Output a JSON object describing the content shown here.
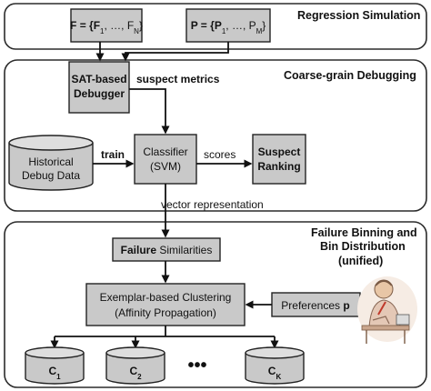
{
  "sections": {
    "regression": "Regression Simulation",
    "coarse": "Coarse-grain Debugging",
    "binning_l1": "Failure Binning and",
    "binning_l2": "Bin Distribution",
    "binning_l3": "(unified)"
  },
  "regression": {
    "failures_set": {
      "prefix": "F = {F",
      "sub1": "1",
      "mid": ", …, F",
      "subN": "N",
      "suffix": "}"
    },
    "pass_set": {
      "prefix": "P = {P",
      "sub1": "1",
      "mid": ", …, P",
      "subM": "M",
      "suffix": "}"
    }
  },
  "coarse": {
    "sat_l1": "SAT-based",
    "sat_l2": "Debugger",
    "suspect_metrics": "suspect metrics",
    "hist_l1": "Historical",
    "hist_l2": "Debug Data",
    "train": "train",
    "clf_l1": "Classifier",
    "clf_l2": "(SVM)",
    "scores": "scores",
    "rank_l1": "Suspect",
    "rank_l2": "Ranking",
    "vector_representation": "vector representation"
  },
  "binning": {
    "fs_bold": "Failure",
    "fs_rest": " Similarities",
    "ebc_l1": "Exemplar-based Clustering",
    "ebc_l2": "(Affinity Propagation)",
    "pref_text": "Preferences ",
    "pref_bold": "p",
    "bins": [
      {
        "base": "C",
        "sub": "1"
      },
      {
        "base": "C",
        "sub": "2"
      },
      {
        "base": "C",
        "sub": "K"
      }
    ],
    "ellipsis": "•••"
  },
  "user_icon": "person-at-desk-icon"
}
